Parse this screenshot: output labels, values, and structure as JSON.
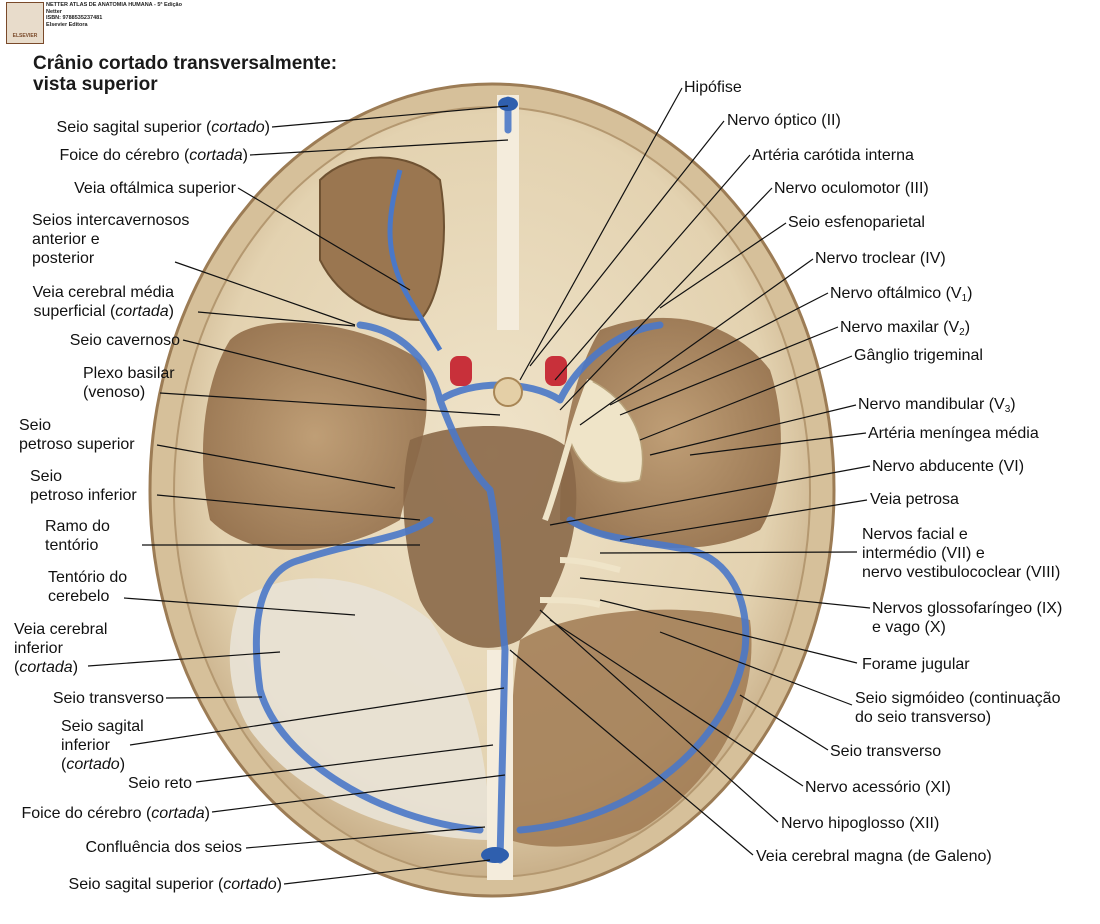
{
  "header": {
    "publisher": "ELSEVIER",
    "credit_lines": [
      "NETTER ATLAS DE ANATOMIA HUMANA - 5ª Edição",
      "Netter",
      "ISBN: 9788535237481",
      "Elsevier Editora"
    ]
  },
  "title": [
    "Crânio cortado transversalmente:",
    "vista superior"
  ],
  "labels_left": {
    "seio_sagital_sup": {
      "text": "Seio sagital superior (",
      "it": "cortado",
      "end": ")"
    },
    "foice": {
      "text": "Foice do cérebro (",
      "it": "cortada",
      "end": ")"
    },
    "veia_oft": "Veia oftálmica superior",
    "seios_intercav": [
      "Seios intercavernosos",
      "anterior e",
      "posterior"
    ],
    "veia_cer_media": {
      "l1": "Veia cerebral média",
      "l2": "superficial (",
      "it": "cortada",
      "end": ")"
    },
    "seio_cav": "Seio cavernoso",
    "plexo": [
      "Plexo basilar",
      "(venoso)"
    ],
    "petroso_sup": [
      "Seio",
      "petroso superior"
    ],
    "petroso_inf": [
      "Seio",
      "petroso inferior"
    ],
    "ramo": [
      "Ramo do",
      "tentório"
    ],
    "tentorio": [
      "Tentório do",
      "cerebelo"
    ],
    "veia_inf": {
      "l1": "Veia cerebral",
      "l2": "inferior",
      "it": "cortada"
    },
    "seio_transv": "Seio transverso",
    "sagital_inf": {
      "l1": "Seio sagital",
      "l2": "inferior",
      "it": "cortado"
    },
    "seio_reto": "Seio reto",
    "foice2": {
      "text": "Foice do cérebro (",
      "it": "cortada",
      "end": ")"
    },
    "confluencia": "Confluência dos seios",
    "sagital_sup2": {
      "text": "Seio sagital superior (",
      "it": "cortado",
      "end": ")"
    }
  },
  "labels_right": {
    "hipofise": "Hipófise",
    "nervo_optico": "Nervo óptico (II)",
    "carotida": "Artéria carótida interna",
    "oculomotor": "Nervo oculomotor (III)",
    "esfenoparietal": "Seio esfenoparietal",
    "troclear": "Nervo troclear (IV)",
    "oftalmico": {
      "text": "Nervo oftálmico (V",
      "sub": "1",
      "end": ")"
    },
    "maxilar": {
      "text": "Nervo maxilar (V",
      "sub": "2",
      "end": ")"
    },
    "ganglio": "Gânglio trigeminal",
    "mandibular": {
      "text": "Nervo mandibular (V",
      "sub": "3",
      "end": ")"
    },
    "meningea": "Artéria meníngea média",
    "abducente": "Nervo abducente (VI)",
    "petrosa": "Veia petrosa",
    "facial": [
      "Nervos facial e",
      "intermédio (VII) e",
      "nervo vestibulococlear (VIII)"
    ],
    "glosso": [
      "Nervos glossofaríngeo (IX)",
      "e vago (X)"
    ],
    "forame": "Forame jugular",
    "sigmoideo": [
      "Seio sigmóideo (continuação",
      "do seio transverso)"
    ],
    "seio_transv_r": "Seio transverso",
    "acessorio": "Nervo acessório (XI)",
    "hipoglosso": "Nervo hipoglosso (XII)",
    "galeno": "Veia cerebral magna (de Galeno)"
  },
  "colors": {
    "bone": "#e9dcc0",
    "dura": "#d8c9b2",
    "sinus": "#4a78c8",
    "artery": "#c8303a",
    "nerve": "#efe4c8",
    "fossa": "#a88258"
  }
}
